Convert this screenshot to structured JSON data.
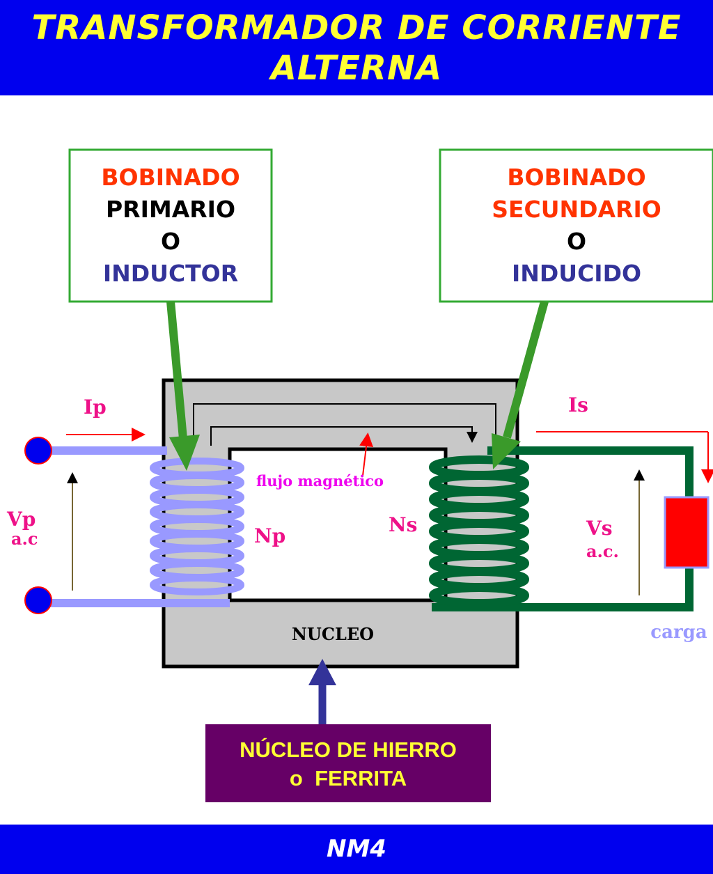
{
  "header": {
    "title_line1": "TRANSFORMADOR DE CORRIENTE",
    "title_line2": "ALTERNA",
    "bg_color": "#0000ee",
    "text_color": "#ffff33"
  },
  "primary_box": {
    "line1": "BOBINADO",
    "line2": "PRIMARIO",
    "line3": "O",
    "line4": "INDUCTOR"
  },
  "secondary_box": {
    "line1": "BOBINADO",
    "line2": "SECUNDARIO",
    "line3": "O",
    "line4": "INDUCIDO"
  },
  "circuit_labels": {
    "ip": "Ip",
    "is": "Is",
    "vp": "Vp",
    "vp_unit": "a.c",
    "vs": "Vs",
    "vs_unit": "a.c.",
    "np": "Np",
    "ns": "Ns",
    "flux": "flujo magnético",
    "core": "NUCLEO",
    "load": "carga"
  },
  "core_box": {
    "line1": "NÚCLEO DE HIERRO",
    "line2": "o  FERRITA"
  },
  "footer": {
    "text": "NM4"
  },
  "colors": {
    "box_border": "#33aa33",
    "arrow_green": "#3a9a2a",
    "primary_coil": "#9999ff",
    "secondary_coil": "#006633",
    "label_pink": "#ee1188",
    "load": "#ff0000",
    "core": "#c8c8c8",
    "core_box_bg": "#660066",
    "core_arrow": "#333399"
  }
}
